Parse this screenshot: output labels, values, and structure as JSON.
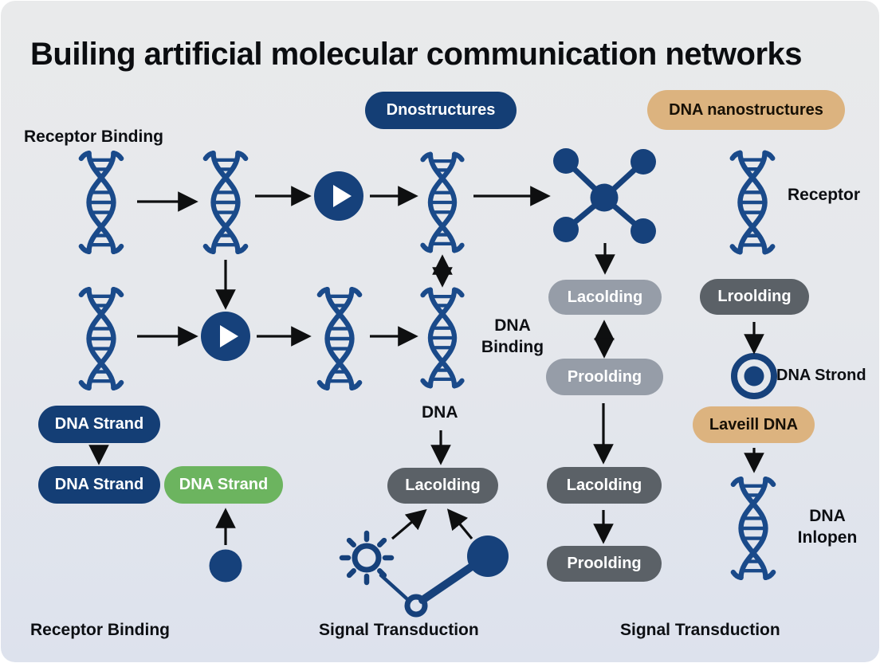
{
  "title": "Builing artificial molecular communication networks",
  "header_pills": {
    "dnostructures": "Dnostructures",
    "dna_nanostructures": "DNA nanostructures"
  },
  "labels": {
    "receptor_binding_top": "Receptor Binding",
    "receptor": "Receptor",
    "dna_binding_line1": "DNA",
    "dna_binding_line2": "Binding",
    "dna": "DNA",
    "dna_strond": "DNA Strond",
    "dna_inlopen_line1": "DNA",
    "dna_inlopen_line2": "Inlopen",
    "receptor_binding_bottom": "Receptor Binding",
    "signal_transduction_mid": "Signal Transduction",
    "signal_transduction_right": "Signal Transduction"
  },
  "pills": {
    "dna_strand_1": "DNA Strand",
    "dna_strand_2": "DNA Strand",
    "dna_strand_green": "DNA Strand",
    "lacolding_mid_top": "Lacolding",
    "proolding_mid_top": "Proolding",
    "lroolding": "Lroolding",
    "lacolding_center_bottom": "Lacolding",
    "lacolding_mid_bottom": "Lacolding",
    "proolding_mid_bottom": "Proolding",
    "laveill_dna": "Laveill DNA"
  },
  "icons": [
    "dna-helix-icon",
    "play-icon",
    "network-node-icon",
    "target-icon",
    "sun-icon",
    "link-node-icon",
    "dot-icon",
    "arrow-icon"
  ],
  "colors": {
    "navy_pill": "#143e75",
    "helix_stroke": "#1a4a8a",
    "icon_navy": "#16417b",
    "gray_light_pill": "#969da8",
    "gray_dark_pill": "#5b6167",
    "tan_pill": "#dcb37f",
    "green_pill": "#6cb45f",
    "arrow_black": "#0e0f10",
    "background_top": "#e9eaeb",
    "background_bottom": "#dde2ed",
    "title_text": "#0b0d10"
  }
}
